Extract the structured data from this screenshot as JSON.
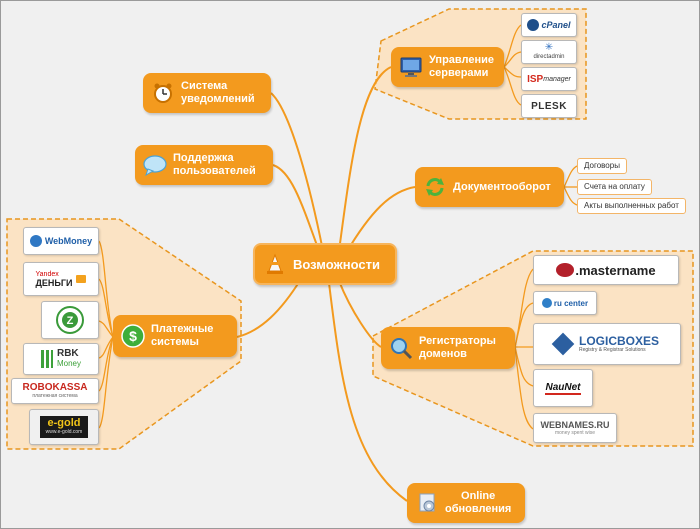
{
  "center": {
    "label": "Возможности"
  },
  "nodes": {
    "notifications": "Система\nуведомлений",
    "support": "Поддержка\nпользователей",
    "servers": "Управление\nсерверами",
    "docflow": "Документооборот",
    "payments": "Платежные\nсистемы",
    "registrars": "Регистраторы\nдоменов",
    "online_updates": "Online\nобновления"
  },
  "docflow_items": [
    "Договоры",
    "Счета на оплату",
    "Акты выполненных работ"
  ],
  "server_logos": {
    "cpanel": "cPanel",
    "directadmin": "directadmin",
    "isp_main": "ISP",
    "isp_sub": "manager",
    "plesk": "PLESK"
  },
  "registrar_logos": {
    "mastername": ".mastername",
    "rucenter": "ru center",
    "logicboxes": "LOGICBOXES",
    "logicboxes_sub": "Registry & Registrar Solutions",
    "naunet": "NauNet",
    "webnames": "WEBNAMES.RU",
    "webnames_sub": "money spent wise"
  },
  "payment_logos": {
    "webmoney": "WebMoney",
    "yandex_top": "Yandex",
    "yandex": "ДЕНЬГИ",
    "rbk_top": "RBK",
    "rbk_bottom": "Money",
    "robokassa": "ROBOKASSA",
    "robokassa_sub": "платежная система",
    "egold": "e-gold",
    "egold_sub": "www.e-gold.com"
  },
  "colors": {
    "accent": "#f39a1e",
    "group_fill": "#fbe3c4",
    "group_border": "#e8961f",
    "line": "#f39a1e"
  }
}
